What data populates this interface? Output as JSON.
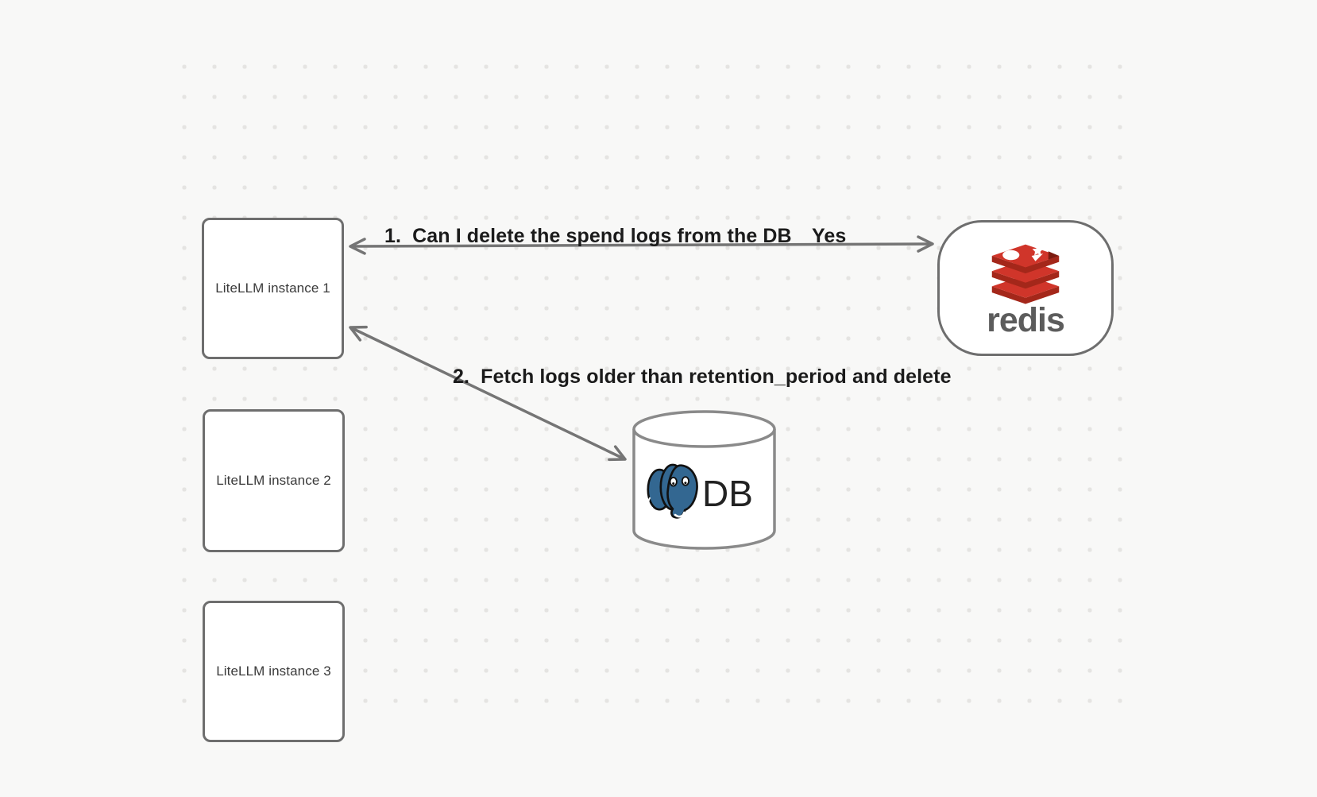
{
  "canvas": {
    "background_color": "#f8f8f7",
    "dot_color": "#e5e4e2"
  },
  "nodes": {
    "instances": [
      {
        "label": "LiteLLM instance 1"
      },
      {
        "label": "LiteLLM instance 2"
      },
      {
        "label": "LiteLLM instance 3"
      }
    ],
    "redis": {
      "label": "redis"
    },
    "db": {
      "label": "DB"
    }
  },
  "edges": {
    "redis_edge": {
      "label": "1.  Can I delete the spend logs from the DB",
      "response": "Yes",
      "from": "LiteLLM instance 1",
      "to": "redis",
      "style": "double-arrow"
    },
    "db_edge": {
      "label": "2.  Fetch logs older than retention_period and delete",
      "from": "LiteLLM instance 1",
      "to": "DB",
      "style": "double-arrow"
    }
  },
  "colors": {
    "shape_border": "#6e6e6e",
    "cylinder_border": "#8a8a8a",
    "arrow": "#757575",
    "redis_red": "#d0352a",
    "redis_red_dark": "#a4271a",
    "postgres_blue": "#336791",
    "label_text": "#1b1b1b"
  }
}
